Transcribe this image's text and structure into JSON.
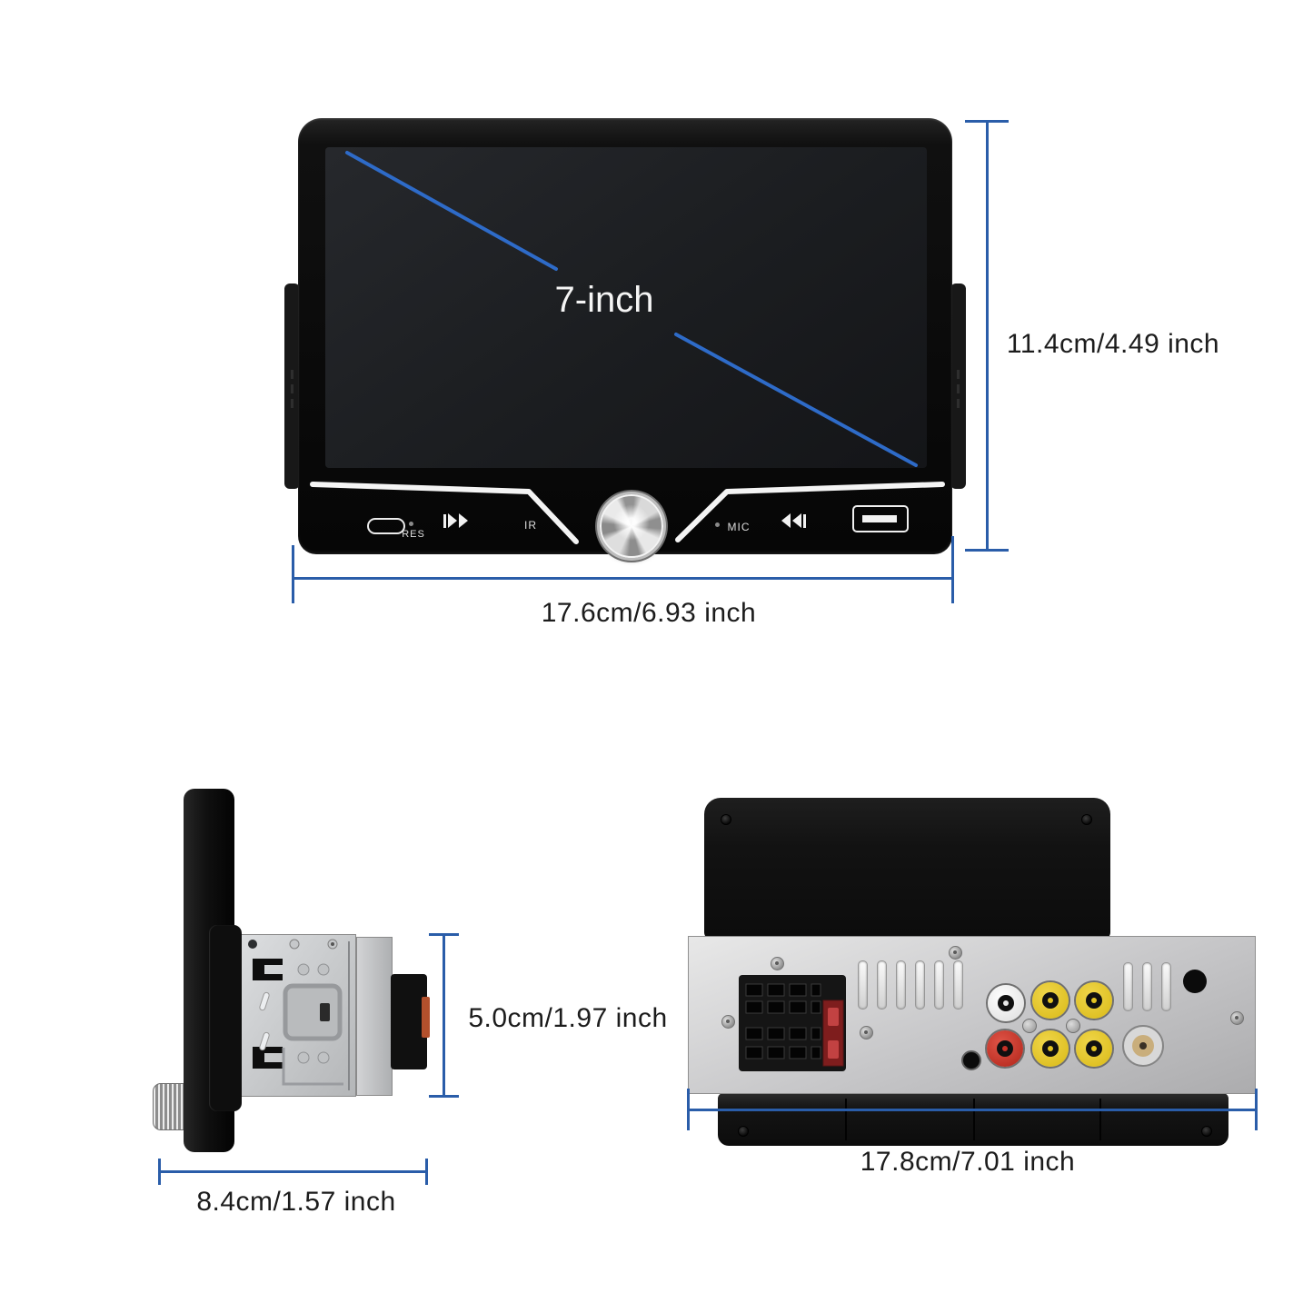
{
  "front_view": {
    "screen_size_label": "7-inch",
    "button_labels": {
      "res": "RES",
      "ir": "IR",
      "mic": "MIC"
    },
    "icons": {
      "usb_c_port": "usb-c-oval",
      "skip_forward": "bar-play-play",
      "volume_knob": "metal-knob",
      "rewind": "play-play-bar",
      "usb_a_port": "usb-a-rectangle"
    },
    "height_dimension": "11.4cm/4.49 inch",
    "width_dimension": "17.6cm/6.93 inch"
  },
  "side_view": {
    "height_dimension": "5.0cm/1.97 inch",
    "depth_dimension": "8.4cm/1.57 inch"
  },
  "rear_view": {
    "width_dimension": "17.8cm/7.01 inch",
    "ports": [
      "iso-harness-connector",
      "fuse-holder",
      "rca-white",
      "rca-yellow-x4",
      "rca-red",
      "aux-3.5mm-jack",
      "antenna-socket"
    ]
  },
  "colors": {
    "dimension_line": "#2a5da9",
    "screen_diagonal": "#2e6bc8",
    "label_text": "#1c1c1c",
    "rca_yellow": "#e3c422",
    "rca_red": "#c63127",
    "rca_white": "#f0f0f0",
    "fuse_red": "#c24242",
    "connector_orange": "#b3502c"
  }
}
